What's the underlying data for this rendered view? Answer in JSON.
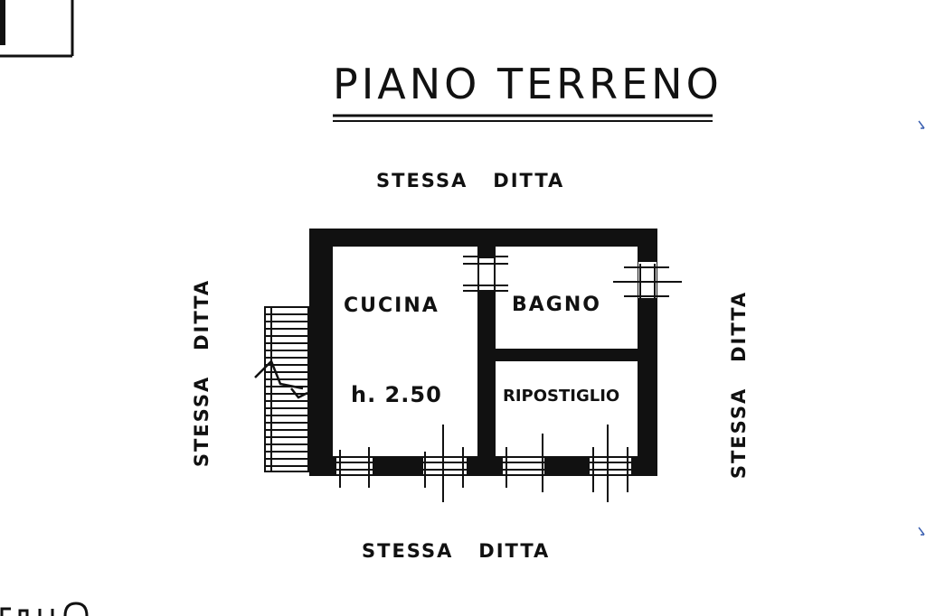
{
  "title": "PIANO TERRENO",
  "neighbors": {
    "top": "STESSA   DITTA",
    "bottom": "STESSA   DITTA",
    "left": "STESSA   DITTA",
    "right": "STESSA   DITTA"
  },
  "rooms": {
    "kitchen": "CUCINA",
    "bathroom": "BAGNO",
    "storage": "RIPOSTIGLIO"
  },
  "height_note": "h. 2.50",
  "colors": {
    "ink": "#111111",
    "paper": "#ffffff"
  }
}
